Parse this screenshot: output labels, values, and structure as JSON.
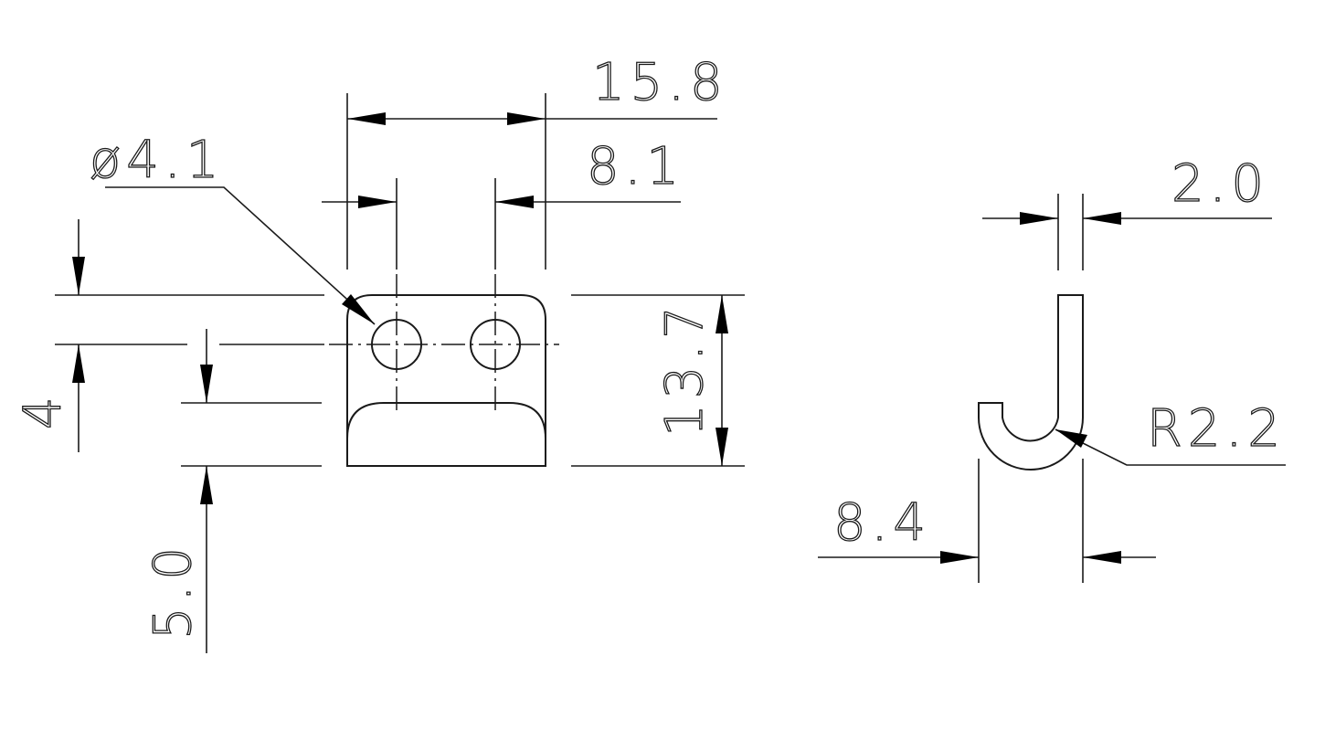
{
  "drawing": {
    "front_view": {
      "overall_width": "15.8",
      "hole_spacing": "8.1",
      "hole_diameter": "ø4.1",
      "overall_height": "13.7",
      "hole_offset_top": "4",
      "bend_offset_bottom": "5.0"
    },
    "side_view": {
      "thickness": "2.0",
      "bend_radius": "R2.2",
      "hook_width": "8.4"
    }
  }
}
